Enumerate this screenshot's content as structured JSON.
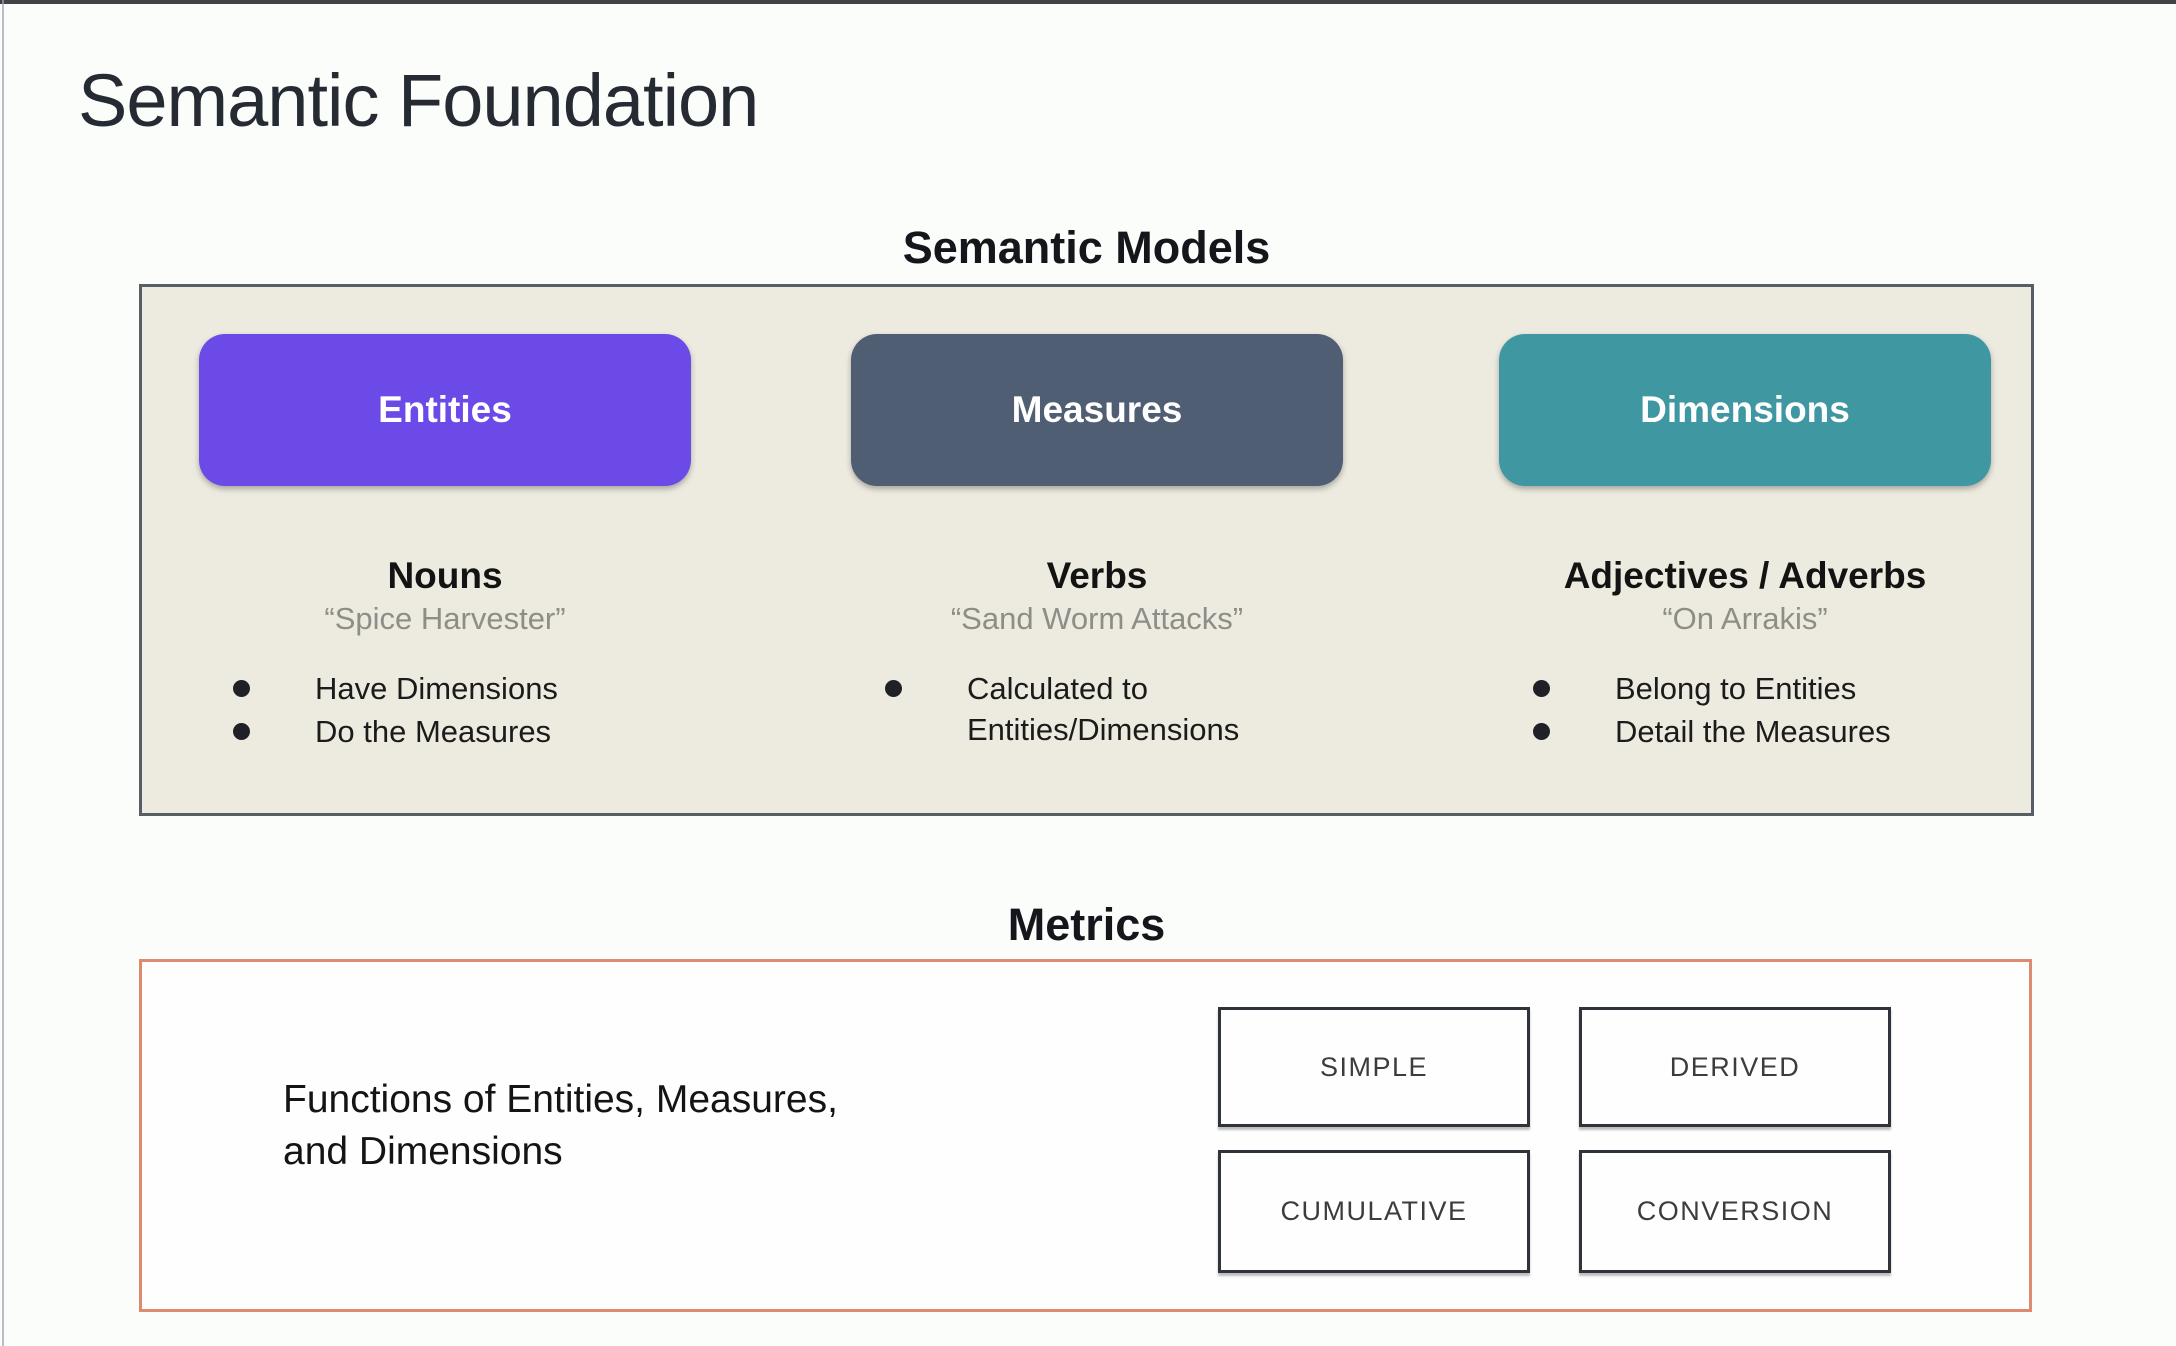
{
  "slide": {
    "title": "Semantic Foundation",
    "semantic_models": {
      "heading": "Semantic Models",
      "columns": [
        {
          "button": "Entities",
          "button_color": "#6b4ae8",
          "word_type": "Nouns",
          "example": "“Spice Harvester”",
          "bullets": [
            "Have Dimensions",
            "Do the Measures"
          ]
        },
        {
          "button": "Measures",
          "button_color": "#505e74",
          "word_type": "Verbs",
          "example": "“Sand Worm Attacks”",
          "bullets": [
            "Calculated to Entities/Dimensions"
          ]
        },
        {
          "button": "Dimensions",
          "button_color": "#3f97a2",
          "word_type": "Adjectives / Adverbs",
          "example": "“On Arrakis”",
          "bullets": [
            "Belong to Entities",
            "Detail the Measures"
          ]
        }
      ]
    },
    "metrics": {
      "heading": "Metrics",
      "description_line1": "Functions of Entities, Measures,",
      "description_line2": "and Dimensions",
      "types": [
        "SIMPLE",
        "DERIVED",
        "CUMULATIVE",
        "CONVERSION"
      ]
    }
  },
  "colors": {
    "page_background": "#fbfdfb",
    "models_panel_background": "#edebdf",
    "models_panel_border": "#575f66",
    "metrics_panel_border": "#dd8a6e",
    "quote_text": "#8e8e88",
    "title_text": "#262b33"
  }
}
